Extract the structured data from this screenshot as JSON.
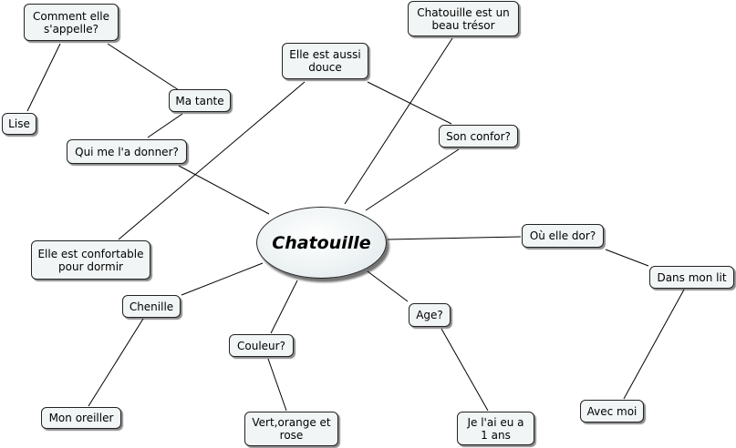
{
  "central": {
    "label": "Chatouille"
  },
  "nodes": [
    {
      "id": "comment",
      "label": "Comment elle\ns'appelle?"
    },
    {
      "id": "lise",
      "label": "Lise"
    },
    {
      "id": "matante",
      "label": "Ma tante"
    },
    {
      "id": "quimeladonner",
      "label": "Qui me l'a donner?"
    },
    {
      "id": "douce",
      "label": "Elle est aussi\ndouce"
    },
    {
      "id": "tresor",
      "label": "Chatouille est un\nbeau trésor"
    },
    {
      "id": "confor",
      "label": "Son confor?"
    },
    {
      "id": "confortable",
      "label": "Elle est confortable\npour dormir"
    },
    {
      "id": "ouelledor",
      "label": "Où elle dor?"
    },
    {
      "id": "dansmonlit",
      "label": "Dans mon lit"
    },
    {
      "id": "chenille",
      "label": "Chenille"
    },
    {
      "id": "couleur",
      "label": "Couleur?"
    },
    {
      "id": "age",
      "label": "Age?"
    },
    {
      "id": "monoreiller",
      "label": "Mon oreiller"
    },
    {
      "id": "vert",
      "label": "Vert,orange et\nrose"
    },
    {
      "id": "jelai",
      "label": "Je l'ai eu a\n1 ans"
    },
    {
      "id": "avecmoi",
      "label": "Avec moi"
    }
  ],
  "colors": {
    "node_fill": "#f1f5f5",
    "border": "#222222",
    "line": "#000000"
  }
}
